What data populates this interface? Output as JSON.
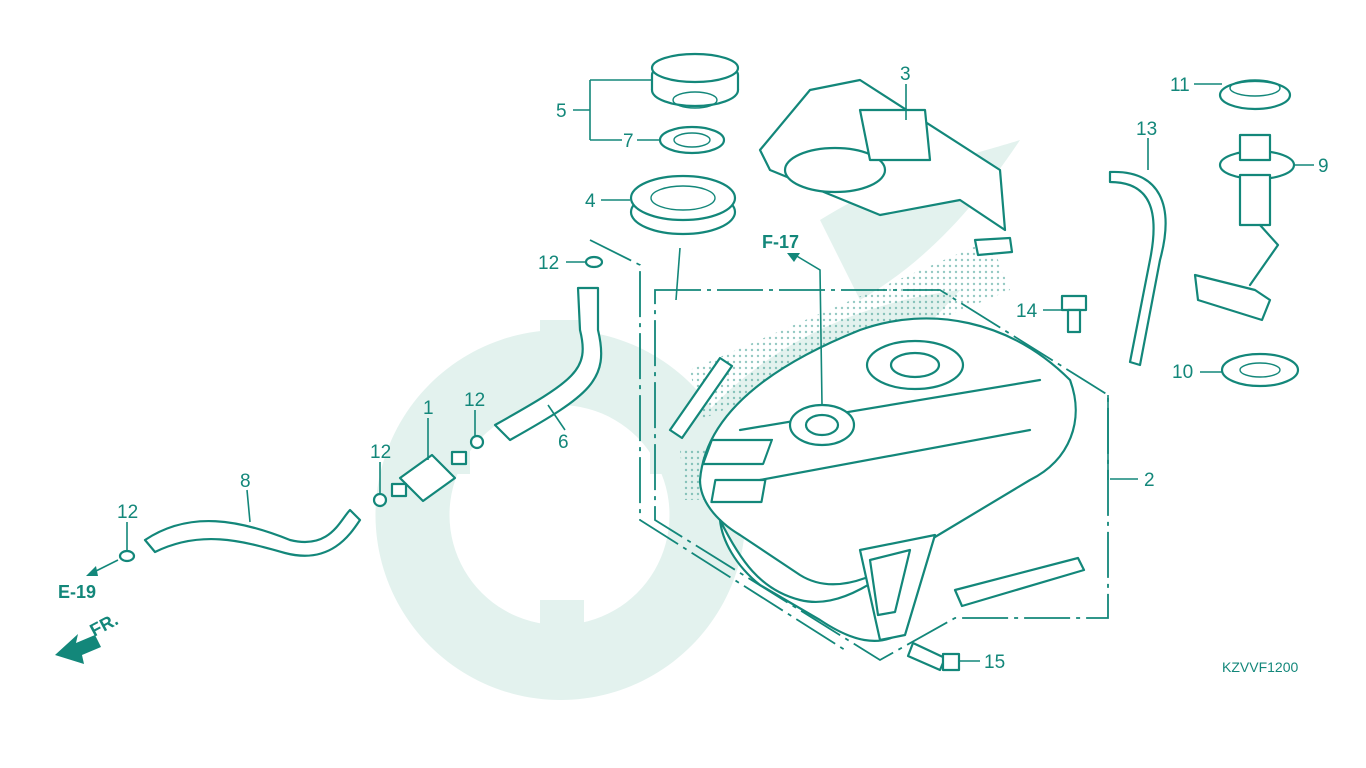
{
  "accent_color": "#13877a",
  "callouts": {
    "c1": "1",
    "c2": "2",
    "c3": "3",
    "c4": "4",
    "c5": "5",
    "c6": "6",
    "c7": "7",
    "c8": "8",
    "c9": "9",
    "c10": "10",
    "c11": "11",
    "c12a": "12",
    "c12b": "12",
    "c12c": "12",
    "c12d": "12",
    "c13": "13",
    "c14": "14",
    "c15": "15"
  },
  "references": {
    "f17": "F-17",
    "e19": "E-19",
    "front": "FR."
  },
  "diagram_code": "KZVVF1200",
  "icons": [
    "front-arrow-icon",
    "reference-arrow-icon"
  ]
}
